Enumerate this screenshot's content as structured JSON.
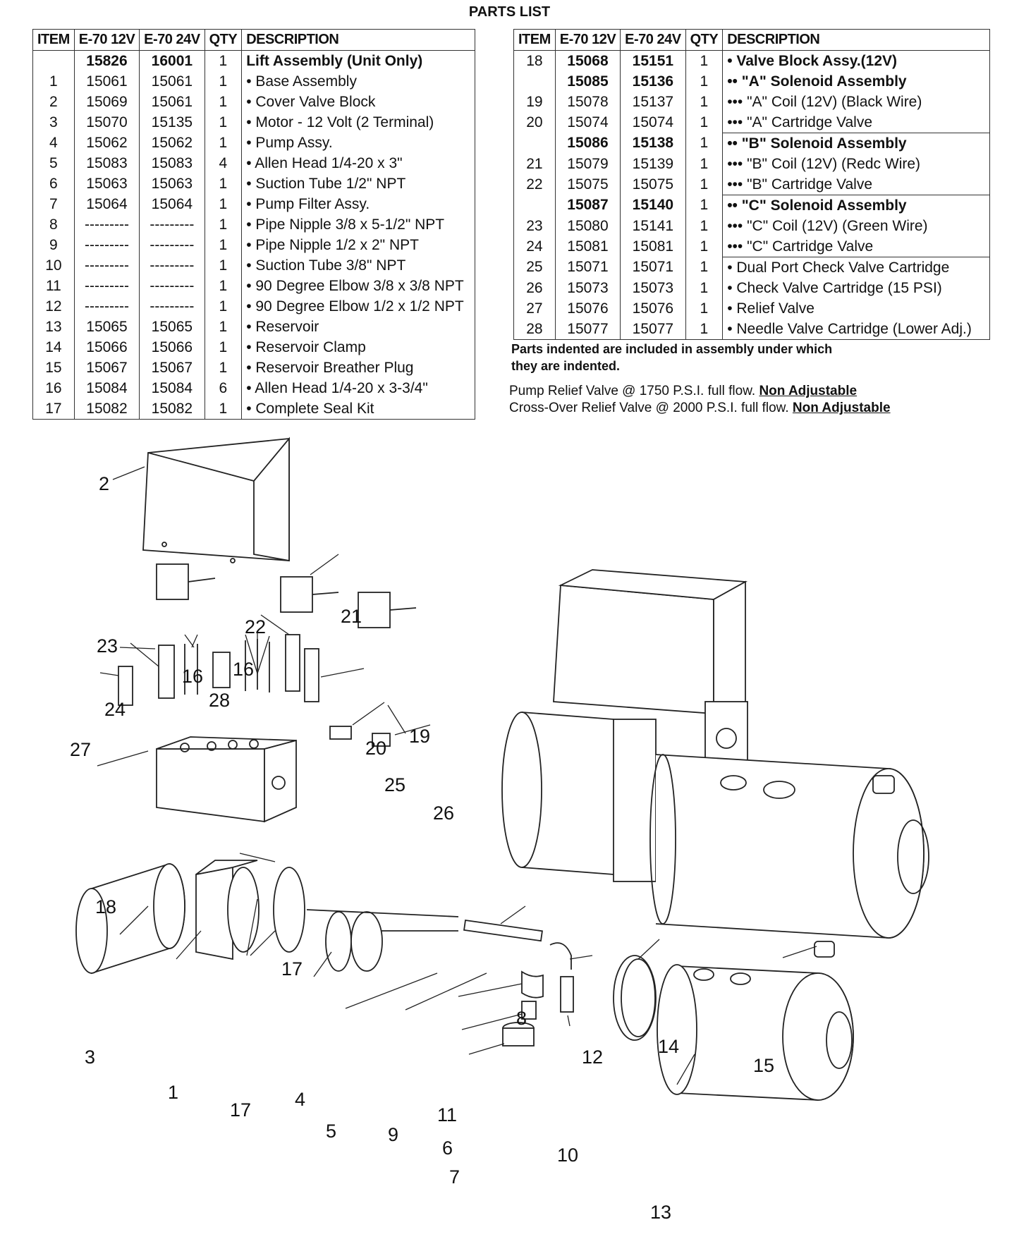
{
  "title": "PARTS LIST",
  "columns": [
    "ITEM",
    "E-70 12V",
    "E-70 24V",
    "QTY",
    "DESCRIPTION"
  ],
  "left_rows": [
    {
      "item": "",
      "v12": "15826",
      "v24": "16001",
      "qty": "1",
      "desc": "Lift Assembly (Unit Only)",
      "bold": true
    },
    {
      "item": "1",
      "v12": "15061",
      "v24": "15061",
      "qty": "1",
      "desc": "• Base Assembly"
    },
    {
      "item": "2",
      "v12": "15069",
      "v24": "15061",
      "qty": "1",
      "desc": "• Cover Valve Block"
    },
    {
      "item": "3",
      "v12": "15070",
      "v24": "15135",
      "qty": "1",
      "desc": "• Motor - 12 Volt (2 Terminal)"
    },
    {
      "item": "4",
      "v12": "15062",
      "v24": "15062",
      "qty": "1",
      "desc": "• Pump Assy."
    },
    {
      "item": "5",
      "v12": "15083",
      "v24": "15083",
      "qty": "4",
      "desc": "• Allen Head 1/4-20 x 3\""
    },
    {
      "item": "6",
      "v12": "15063",
      "v24": "15063",
      "qty": "1",
      "desc": "• Suction Tube 1/2\" NPT"
    },
    {
      "item": "7",
      "v12": "15064",
      "v24": "15064",
      "qty": "1",
      "desc": "• Pump Filter Assy."
    },
    {
      "item": "8",
      "v12": "---------",
      "v24": "---------",
      "qty": "1",
      "desc": "• Pipe Nipple 3/8 x 5-1/2\" NPT"
    },
    {
      "item": "9",
      "v12": "---------",
      "v24": "---------",
      "qty": "1",
      "desc": "• Pipe Nipple 1/2 x 2\" NPT"
    },
    {
      "item": "10",
      "v12": "---------",
      "v24": "---------",
      "qty": "1",
      "desc": "• Suction Tube 3/8\" NPT"
    },
    {
      "item": "11",
      "v12": "---------",
      "v24": "---------",
      "qty": "1",
      "desc": "• 90 Degree Elbow 3/8 x 3/8 NPT"
    },
    {
      "item": "12",
      "v12": "---------",
      "v24": "---------",
      "qty": "1",
      "desc": "• 90 Degree Elbow 1/2 x 1/2 NPT"
    },
    {
      "item": "13",
      "v12": "15065",
      "v24": "15065",
      "qty": "1",
      "desc": "• Reservoir"
    },
    {
      "item": "14",
      "v12": "15066",
      "v24": "15066",
      "qty": "1",
      "desc": "• Reservoir Clamp"
    },
    {
      "item": "15",
      "v12": "15067",
      "v24": "15067",
      "qty": "1",
      "desc": "• Reservoir Breather Plug"
    },
    {
      "item": "16",
      "v12": "15084",
      "v24": "15084",
      "qty": "6",
      "desc": "• Allen Head 1/4-20 x 3-3/4\""
    },
    {
      "item": "17",
      "v12": "15082",
      "v24": "15082",
      "qty": "1",
      "desc": "• Complete Seal Kit"
    }
  ],
  "right_rows": [
    {
      "item": "18",
      "v12": "15068",
      "v24": "15151",
      "qty": "1",
      "desc": "• Valve Block Assy.(12V)",
      "bold": true
    },
    {
      "item": "",
      "v12": "15085",
      "v24": "15136",
      "qty": "1",
      "desc": "•• \"A\" Solenoid Assembly",
      "bold": true,
      "group": "start"
    },
    {
      "item": "19",
      "v12": "15078",
      "v24": "15137",
      "qty": "1",
      "desc": "••• \"A\" Coil (12V) (Black Wire)"
    },
    {
      "item": "20",
      "v12": "15074",
      "v24": "15074",
      "qty": "1",
      "desc": "••• \"A\" Cartridge Valve",
      "group": "end"
    },
    {
      "item": "",
      "v12": "15086",
      "v24": "15138",
      "qty": "1",
      "desc": "•• \"B\" Solenoid Assembly",
      "bold": true
    },
    {
      "item": "21",
      "v12": "15079",
      "v24": "15139",
      "qty": "1",
      "desc": "••• \"B\" Coil (12V) (Redc Wire)"
    },
    {
      "item": "22",
      "v12": "15075",
      "v24": "15075",
      "qty": "1",
      "desc": "••• \"B\" Cartridge Valve",
      "group": "end"
    },
    {
      "item": "",
      "v12": "15087",
      "v24": "15140",
      "qty": "1",
      "desc": "•• \"C\" Solenoid Assembly",
      "bold": true
    },
    {
      "item": "23",
      "v12": "15080",
      "v24": "15141",
      "qty": "1",
      "desc": "••• \"C\" Coil (12V) (Green Wire)"
    },
    {
      "item": "24",
      "v12": "15081",
      "v24": "15081",
      "qty": "1",
      "desc": "••• \"C\" Cartridge Valve",
      "group": "end"
    },
    {
      "item": "25",
      "v12": "15071",
      "v24": "15071",
      "qty": "1",
      "desc": "• Dual Port Check Valve Cartridge"
    },
    {
      "item": "26",
      "v12": "15073",
      "v24": "15073",
      "qty": "1",
      "desc": "• Check Valve Cartridge (15 PSI)"
    },
    {
      "item": "27",
      "v12": "15076",
      "v24": "15076",
      "qty": "1",
      "desc": "• Relief Valve"
    },
    {
      "item": "28",
      "v12": "15077",
      "v24": "15077",
      "qty": "1",
      "desc": "• Needle Valve Cartridge (Lower Adj.)"
    }
  ],
  "note_line1": "Parts indented are included in assembly under which",
  "note_line2": "they are indented.",
  "relief1_text": "Pump Relief Valve @ 1750 P.S.I. full flow. ",
  "relief2_text": "Cross-Over Relief Valve @ 2000 P.S.I. full flow. ",
  "non_adjustable": "Non Adjustable",
  "callouts": [
    "1",
    "2",
    "3",
    "4",
    "5",
    "6",
    "7",
    "8",
    "9",
    "10",
    "11",
    "12",
    "13",
    "14",
    "15",
    "16",
    "16",
    "17",
    "17",
    "18",
    "19",
    "20",
    "21",
    "22",
    "23",
    "24",
    "25",
    "26",
    "27",
    "28"
  ]
}
